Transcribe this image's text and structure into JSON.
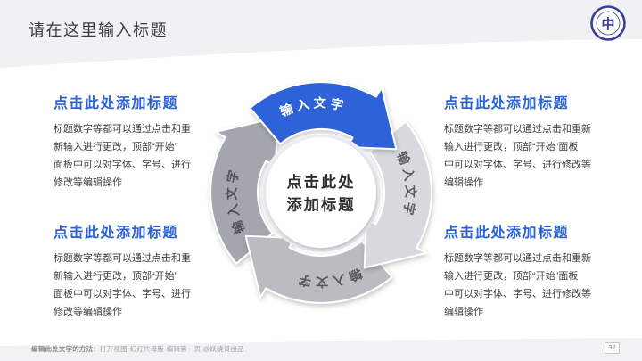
{
  "slide": {
    "title": "请在这里输入标题",
    "page_number": "32",
    "footer_lead": "编辑此处文字的方法",
    "footer_rest": "：打开视图-幻灯片母版-编辑第一页 @妖娆哥出品"
  },
  "logo": {
    "glyph": "中"
  },
  "diagram": {
    "center_line1": "点击此处",
    "center_line2": "添加标题",
    "segments": [
      {
        "label": "输入文字",
        "color": "#2f62d8",
        "label_color": "#ffffff"
      },
      {
        "label": "输入文字",
        "color": "#d7d9de",
        "label_color": "#5a5d63"
      },
      {
        "label": "输入文字",
        "color": "#b9bcc1",
        "label_color": "#55585e"
      },
      {
        "label": "输入文字",
        "color": "#a3a6ac",
        "label_color": "#4f5258"
      }
    ]
  },
  "blocks": [
    {
      "heading": "点击此处添加标题",
      "lines": [
        "标题数字等都可以通过点击和重",
        "新输入进行更改，顶部“开始”",
        "面板中可以对字体、字号、进行",
        "修改等编辑操作"
      ]
    },
    {
      "heading": "点击此处添加标题",
      "lines": [
        "标题数字等都可以通过点击和重新",
        "输入进行更改，顶部“开始”面板",
        "中可以对字体、字号、进行修改等",
        "编辑操作"
      ]
    },
    {
      "heading": "点击此处添加标题",
      "lines": [
        "标题数字等都可以通过点击和重",
        "新输入进行更改，顶部“开始”",
        "面板中可以对字体、字号、进行",
        "修改等编辑操作"
      ]
    },
    {
      "heading": "点击此处添加标题",
      "lines": [
        "标题数字等都可以通过点击和重新",
        "输入进行更改，顶部“开始”面板",
        "中可以对字体、字号、进行修改等",
        "编辑操作"
      ]
    }
  ],
  "colors": {
    "accent_blue": "#2f62d8",
    "heading_blue": "#2c63d8",
    "top_band": "#f1f1f3",
    "footer_band": "#f2f2f4",
    "body_text": "#3e3e40",
    "title_text": "#3b3b3d",
    "logo_navy": "#3a3e96",
    "arc_light_gray": "#d7d9de",
    "arc_mid_gray": "#b9bcc1",
    "arc_dark_gray": "#a3a6ac"
  }
}
